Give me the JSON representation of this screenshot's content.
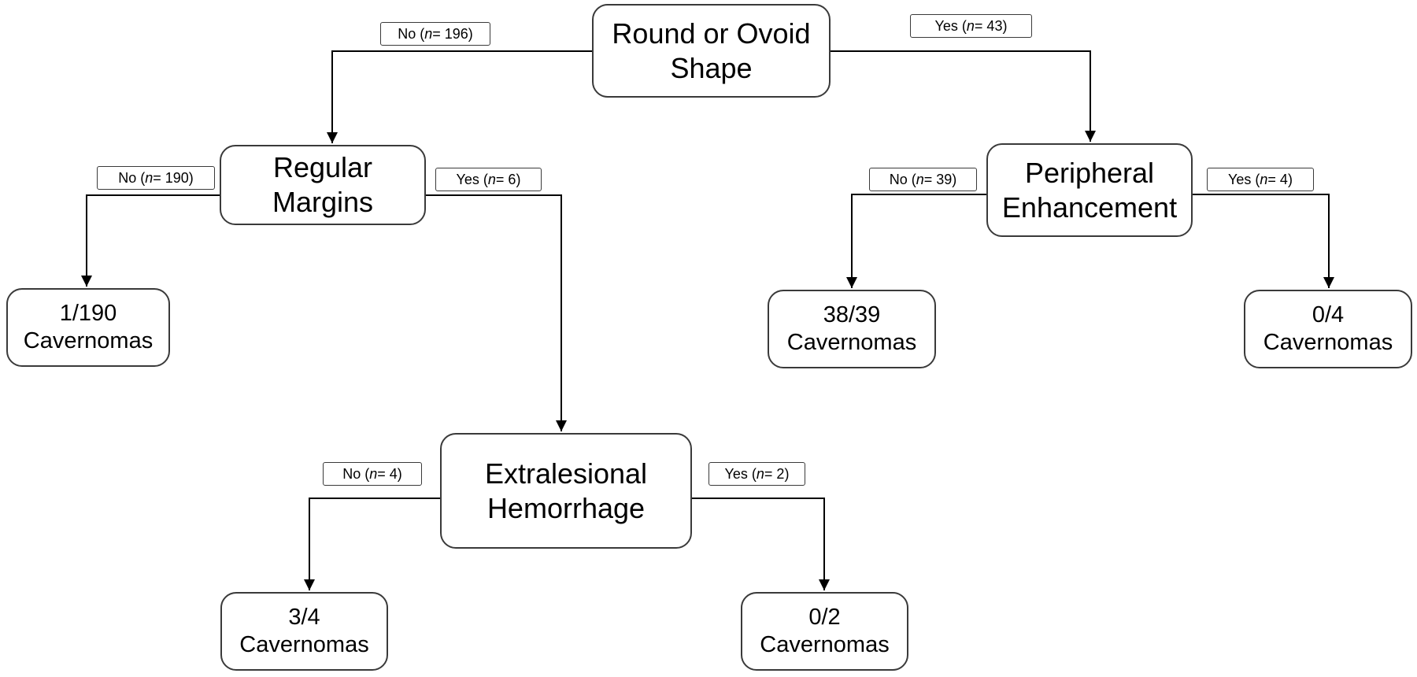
{
  "nodes": {
    "round_ovoid": {
      "line1": "Round or Ovoid",
      "line2": "Shape"
    },
    "regular_margins": {
      "line1": "Regular",
      "line2": "Margins"
    },
    "peripheral_enhancement": {
      "line1": "Peripheral",
      "line2": "Enhancement"
    },
    "extralesional_hemorrhage": {
      "line1": "Extralesional",
      "line2": "Hemorrhage"
    }
  },
  "leaves": {
    "leaf_1_190": {
      "count": "1/190",
      "label": "Cavernomas"
    },
    "leaf_38_39": {
      "count": "38/39",
      "label": "Cavernomas"
    },
    "leaf_0_4": {
      "count": "0/4",
      "label": "Cavernomas"
    },
    "leaf_3_4": {
      "count": "3/4",
      "label": "Cavernomas"
    },
    "leaf_0_2": {
      "count": "0/2",
      "label": "Cavernomas"
    }
  },
  "edge_labels": {
    "shape_no": {
      "answer": "No",
      "var": "n",
      "rest": " = 196)"
    },
    "shape_yes": {
      "answer": "Yes",
      "var": "n",
      "rest": " = 43)"
    },
    "margins_no": {
      "answer": "No",
      "var": "n",
      "rest": " = 190)"
    },
    "margins_yes": {
      "answer": "Yes",
      "var": "n",
      "rest": " = 6)"
    },
    "enhancement_no": {
      "answer": "No",
      "var": "n",
      "rest": " = 39)"
    },
    "enhancement_yes": {
      "answer": "Yes",
      "var": "n",
      "rest": " = 4)"
    },
    "hemorrhage_no": {
      "answer": "No",
      "var": "n",
      "rest": " = 4)"
    },
    "hemorrhage_yes": {
      "answer": "Yes",
      "var": "n",
      "rest": " = 2)"
    }
  },
  "colors": {
    "line": "#000000",
    "box_border": "#3a3a3a",
    "background": "#ffffff"
  }
}
